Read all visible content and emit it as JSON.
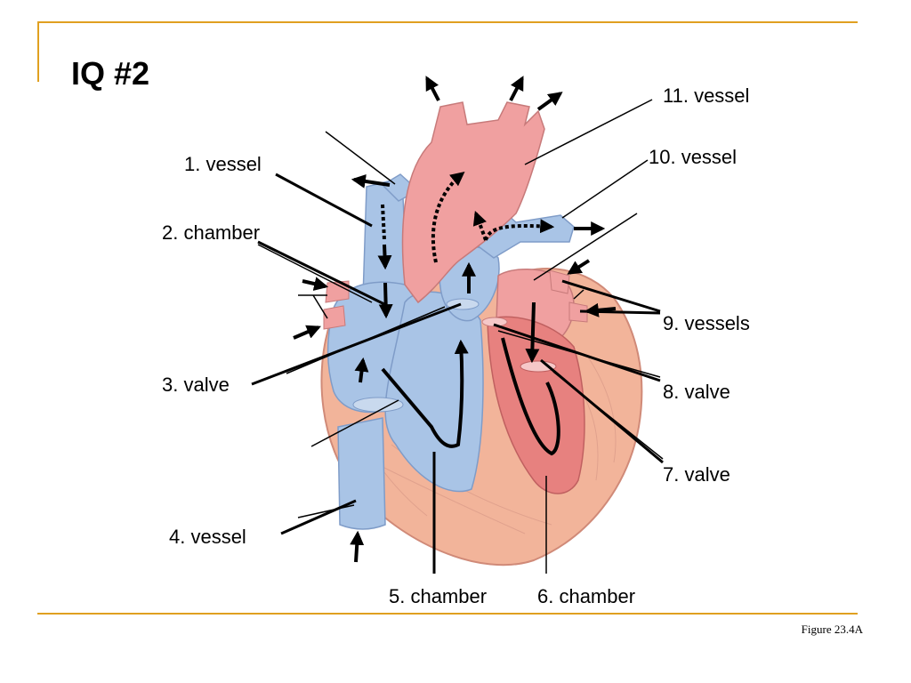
{
  "slide": {
    "title": "IQ #2",
    "caption": "Figure 23.4A",
    "accent_color": "#e0a020"
  },
  "labels": [
    {
      "id": "label-1",
      "text": "1.  vessel"
    },
    {
      "id": "label-2",
      "text": "2. chamber"
    },
    {
      "id": "label-3",
      "text": "3. valve"
    },
    {
      "id": "label-4",
      "text": "4.  vessel"
    },
    {
      "id": "label-5",
      "text": "5.  chamber"
    },
    {
      "id": "label-6",
      "text": "6.  chamber"
    },
    {
      "id": "label-7",
      "text": "7.  valve"
    },
    {
      "id": "label-8",
      "text": "8.  valve"
    },
    {
      "id": "label-9",
      "text": "9.  vessels"
    },
    {
      "id": "label-10",
      "text": "10.  vessel"
    },
    {
      "id": "label-11",
      "text": "11.  vessel"
    }
  ],
  "colors": {
    "oxygen_poor_blood": "#a9c4e6",
    "oxygen_rich_blood": "#f0a0a0",
    "heart_muscle": "#f2b49a",
    "flow_arrow": "#000000"
  }
}
